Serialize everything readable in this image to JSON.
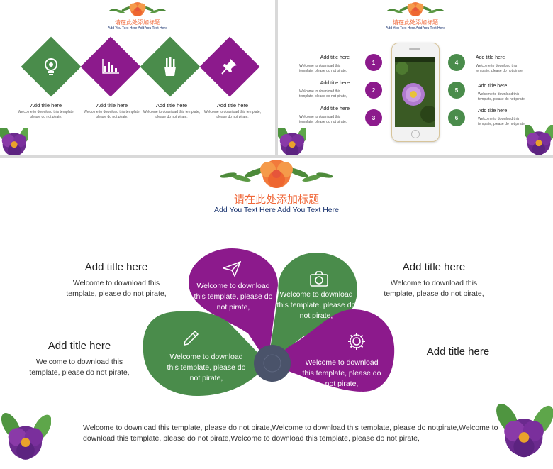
{
  "colors": {
    "green": "#4a8c4b",
    "purple": "#8c1a8c",
    "center": "#4a536a",
    "accent": "#f0683a",
    "navy": "#1b3570"
  },
  "header": {
    "title_cn": "请在此处添加标题",
    "subtitle": "Add You Text Here Add You Text Here"
  },
  "slide1": {
    "items": [
      {
        "icon": "lightbulb-icon",
        "title": "Add title here",
        "body": "Welcome to download this template, please do not pirate,"
      },
      {
        "icon": "bar-chart-icon",
        "title": "Add title here",
        "body": "Welcome to download this template, please do not pirate,"
      },
      {
        "icon": "pencil-cup-icon",
        "title": "Add title here",
        "body": "Welcome to download this template, please do not pirate,"
      },
      {
        "icon": "pushpin-icon",
        "title": "Add title here",
        "body": "Welcome to download this template, please do not pirate,"
      }
    ]
  },
  "slide2": {
    "left": [
      {
        "num": "1",
        "title": "Add title here",
        "body": "Welcome to download this template, please do not pirate,"
      },
      {
        "num": "2",
        "title": "Add title here",
        "body": "Welcome to download this template, please do not pirate,"
      },
      {
        "num": "3",
        "title": "Add title here",
        "body": "Welcome to download this template, please do not pirate,"
      }
    ],
    "right": [
      {
        "num": "4",
        "title": "Add title here",
        "body": "Welcome to download this template, please do not pirate,"
      },
      {
        "num": "5",
        "title": "Add title here",
        "body": "Welcome to download this template, please do not pirate,"
      },
      {
        "num": "6",
        "title": "Add title here",
        "body": "Welcome to download this template, please do not pirate,"
      }
    ]
  },
  "slide3": {
    "top_left": {
      "title": "Add title here",
      "body": "Welcome to download this template, please do not pirate,"
    },
    "top_right": {
      "title": "Add title here",
      "body": "Welcome to download this template, please do not pirate,"
    },
    "mid_left": {
      "title": "Add title here",
      "body": "Welcome to download this template, please do not pirate,"
    },
    "mid_right": {
      "title": "Add title here"
    },
    "petals": {
      "top_purple": "Welcome to download this template, please do not pirate,",
      "top_green": "Welcome to download this template, please do not pirate,",
      "left_green": "Welcome to download this template, please do not pirate,",
      "right_purple": "Welcome to download this template, please do not pirate,"
    },
    "footer": "Welcome to download this template, please do not pirate,Welcome to download this template, please do notpirate,Welcome to download this template, please do not pirate,Welcome to download this template, please do not pirate,"
  }
}
